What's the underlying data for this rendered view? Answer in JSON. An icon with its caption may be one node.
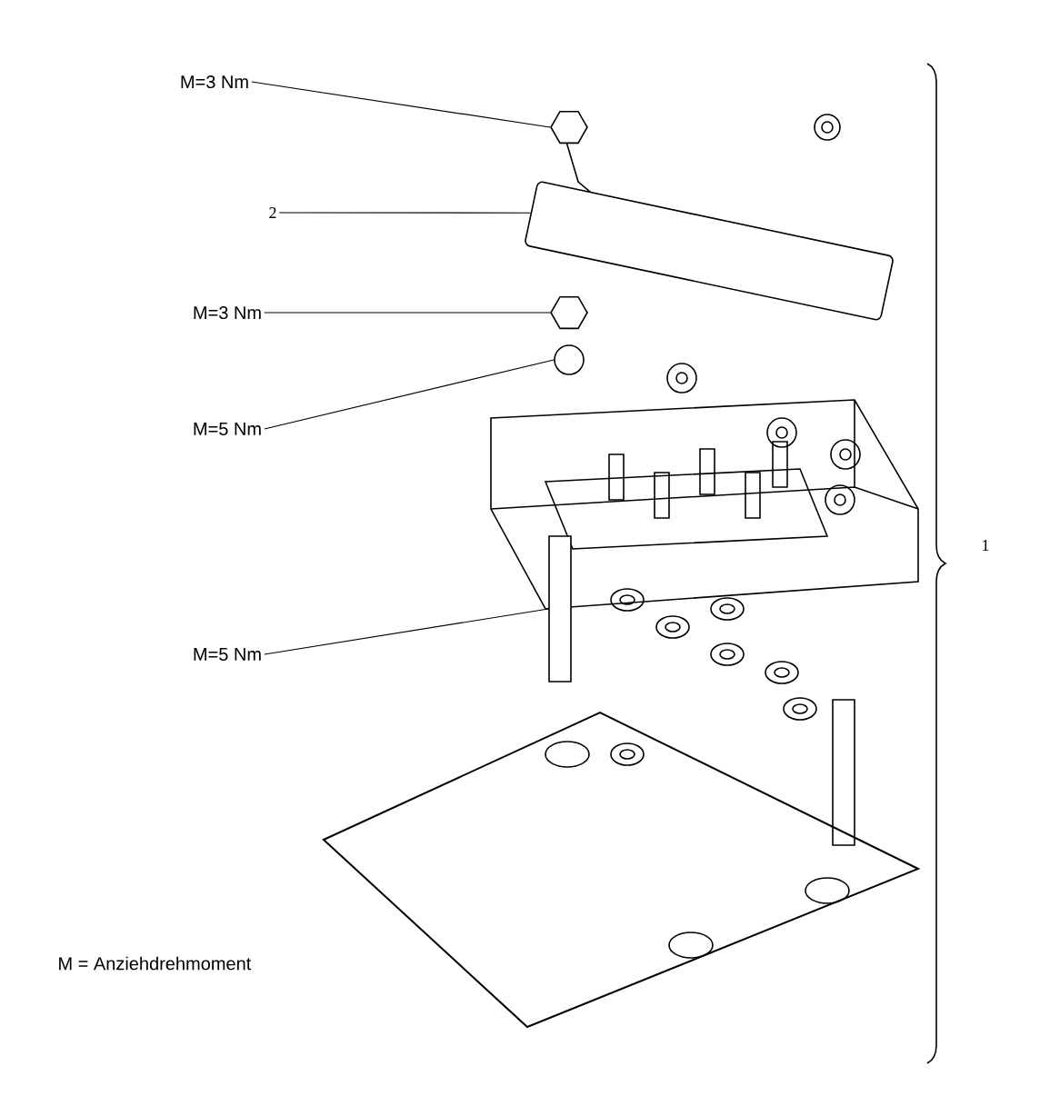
{
  "diagram": {
    "nodes": [
      {
        "text": [
          "M=3 Nm"
        ]
      },
      {
        "text": [],
        "shape": "hexagon"
      },
      {
        "text": [
          "2"
        ]
      },
      {
        "text": [],
        "shape": "box"
      },
      {
        "text": [
          "M=3 Nm"
        ]
      },
      {
        "text": [],
        "shape": "hexagon"
      },
      {
        "text": [
          "M=5 Nm"
        ]
      },
      {
        "text": [],
        "shape": "circle"
      },
      {
        "text": [
          "M=5 Nm"
        ]
      },
      {
        "text": [],
        "shape": "bar"
      }
    ],
    "edges": [
      {
        "from": 0,
        "to": 1,
        "arrow": "none"
      },
      {
        "from": 2,
        "to": 3,
        "arrow": "none"
      },
      {
        "from": 4,
        "to": 5,
        "arrow": "none"
      },
      {
        "from": 6,
        "to": 7,
        "arrow": "none"
      },
      {
        "from": 8,
        "to": 9,
        "arrow": "none"
      }
    ],
    "labels": [
      "1",
      "M = Anziehdrehmoment"
    ]
  }
}
